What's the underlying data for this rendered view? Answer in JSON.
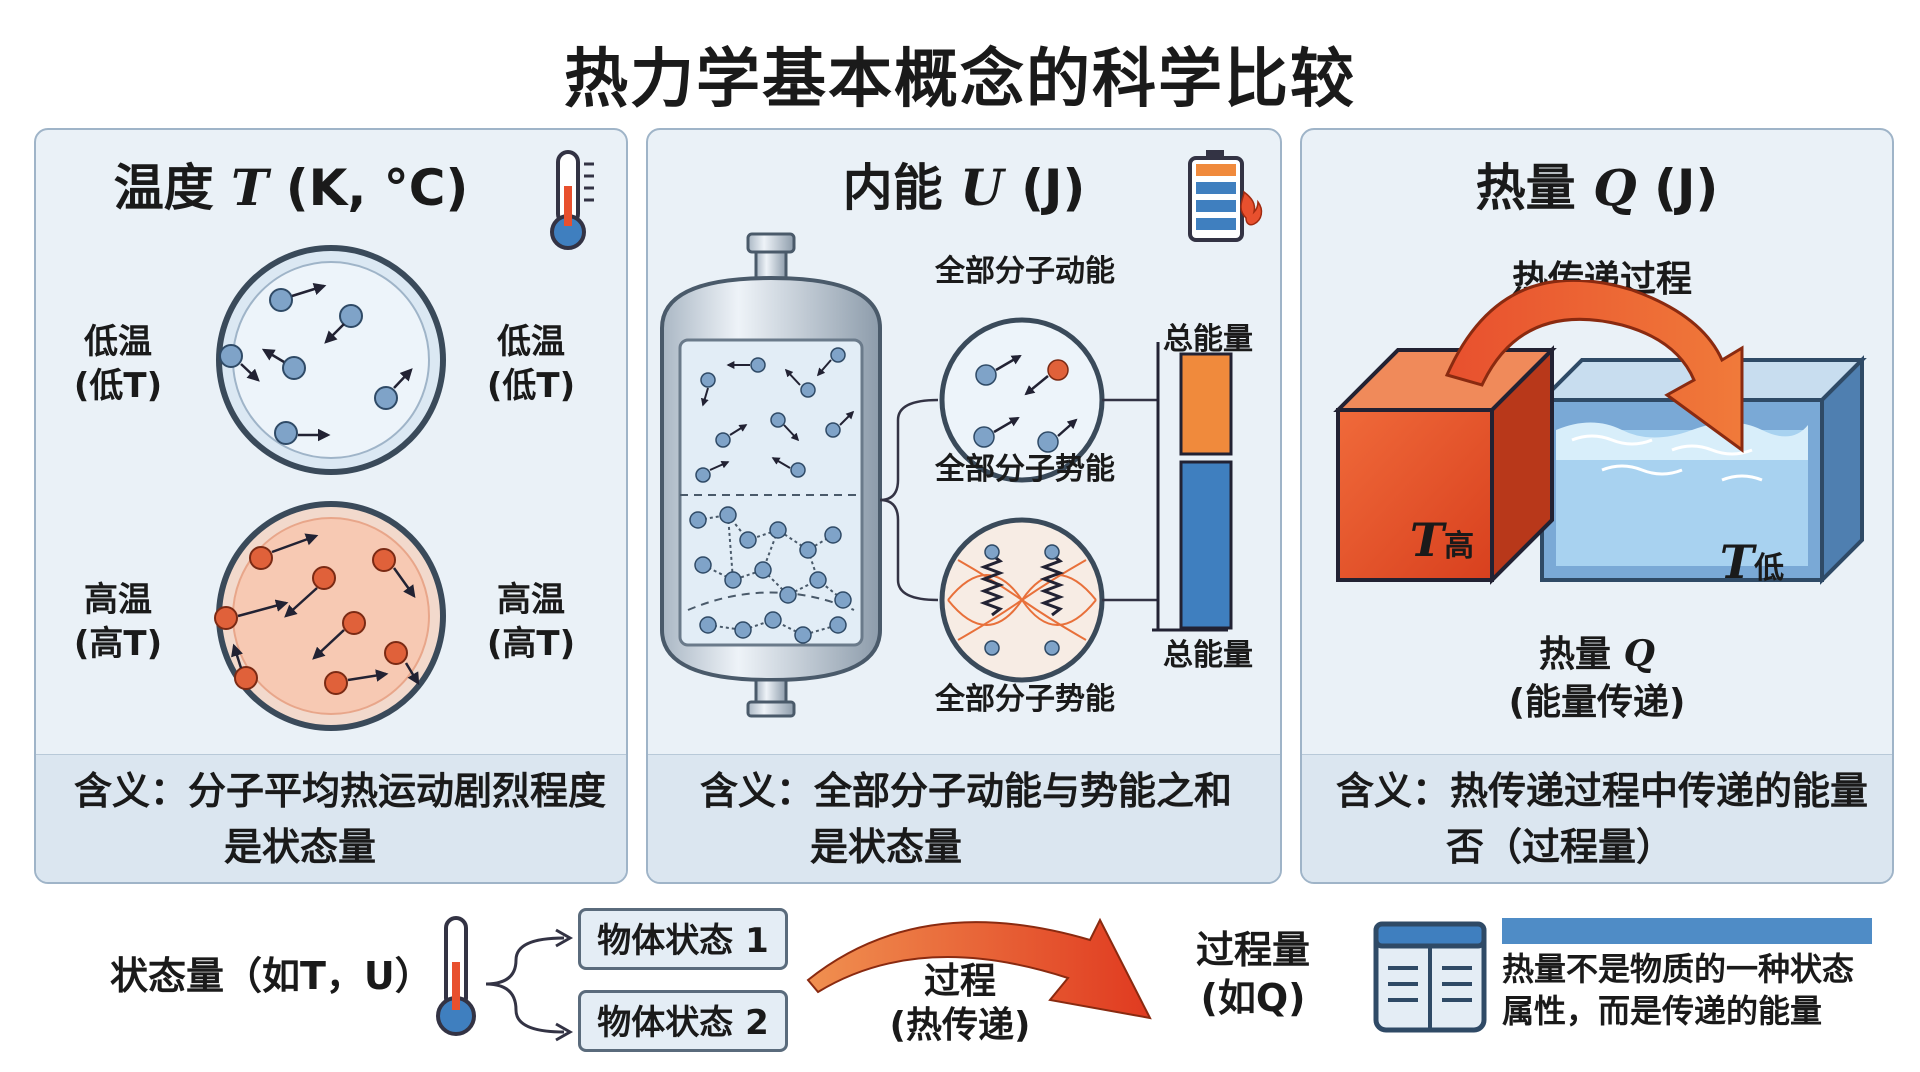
{
  "title": "热力学基本概念的科学比较",
  "panels": {
    "temperature": {
      "head_cn": "温度",
      "head_sym": "T",
      "head_unit": "(K, °C)",
      "low_label_line1": "低温",
      "low_label_line2": "(低T)",
      "high_label_line1": "高温",
      "high_label_line2": "(高T)",
      "meaning_line1": "含义：分子平均热运动剧烈程度",
      "meaning_line2": "是状态量"
    },
    "internal_energy": {
      "head_cn": "内能",
      "head_sym": "U",
      "head_unit": "(J)",
      "kinetic_label": "全部分子动能",
      "potential_label_mid": "全部分子势能",
      "potential_label_bottom": "全部分子势能",
      "total_top": "总能量",
      "total_bottom": "总能量",
      "meaning_line1": "含义：全部分子动能与势能之和",
      "meaning_line2": "是状态量"
    },
    "heat": {
      "head_cn": "热量",
      "head_sym": "Q",
      "head_unit": "(J)",
      "transfer_label": "热传递过程",
      "t_high_sym": "T",
      "t_high_sub": "高",
      "t_low_sym": "T",
      "t_low_sub": "低",
      "heat_label_cn": "热量",
      "heat_label_sym": "Q",
      "heat_label_line2": "(能量传递)",
      "meaning_line1": "含义：热传递过程中传递的能量",
      "meaning_line2": "否（过程量）"
    }
  },
  "bottom": {
    "state_quantity": "状态量（如T，U）",
    "state1": "物体状态 1",
    "state2": "物体状态 2",
    "process_line1": "过程",
    "process_line2": "(热传递)",
    "process_quantity_line1": "过程量",
    "process_quantity_line2": "(如Q)",
    "note_line1": "热量不是物质的一种状态",
    "note_line2": "属性，而是传递的能量"
  },
  "colors": {
    "cold_molecule": "#7fa3c8",
    "hot_molecule": "#e0613a",
    "kinetic_bar": "#f08a3c",
    "potential_bar": "#3f7fbf",
    "hot_block": "#e8502e",
    "water": "#9fd0ee",
    "arrow": "#e0502a"
  },
  "icons": [
    "thermometer-icon",
    "battery-icon",
    "flame-icon",
    "book-icon"
  ]
}
